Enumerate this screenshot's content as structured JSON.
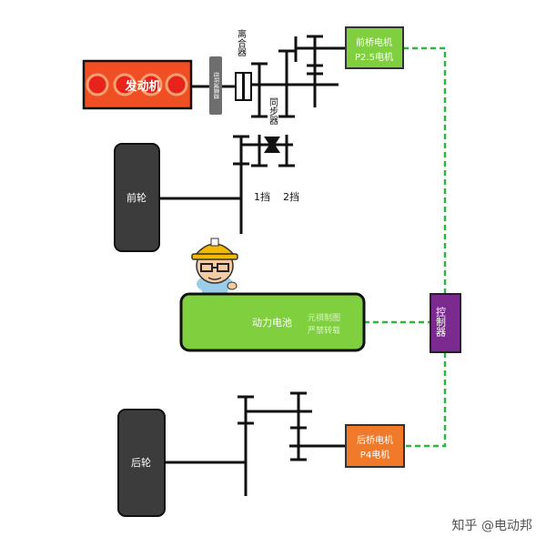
{
  "labels": {
    "engine": "发动机",
    "damper": "扭转减震器",
    "clutch": "离合器",
    "front_motor_line1": "前桥电机",
    "front_motor_line2": "P2.5电机",
    "synchronizer": "同步器",
    "front_wheel": "前轮",
    "gear1": "1挡",
    "gear2": "2挡",
    "battery": "动力电池",
    "watermark_line1": "元祺制图",
    "watermark_line2": "严禁转载",
    "controller": "控制器",
    "rear_wheel": "后轮",
    "rear_motor_line1": "后桥电机",
    "rear_motor_line2": "P4电机",
    "credit": "知乎 @电动邦"
  },
  "colors": {
    "engine_fill": "#f04e23",
    "engine_cylinder": "#e8231c",
    "green_box": "#7fcf3f",
    "orange_box": "#f07a2a",
    "purple_box": "#7b2a8f",
    "wheel": "#3c3c3c",
    "signal_line": "#2db53f"
  }
}
